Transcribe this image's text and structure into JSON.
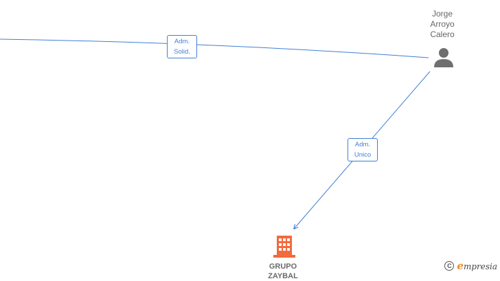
{
  "nodes": {
    "person": {
      "name": "Jorge\nArroyo\nCalero",
      "icon": "person-icon"
    },
    "company": {
      "name": "GRUPO\nZAYBAL",
      "icon": "building-icon",
      "color": "#f26a3d"
    }
  },
  "edges": [
    {
      "label": "Adm.\nSolid."
    },
    {
      "label": "Adm.\nUnico"
    }
  ],
  "colors": {
    "edge": "#3f7fd3",
    "person_icon": "#6f6f6f"
  },
  "brand": {
    "copyright_symbol": "C",
    "name_rest": "mpresia",
    "name_initial": "e"
  }
}
